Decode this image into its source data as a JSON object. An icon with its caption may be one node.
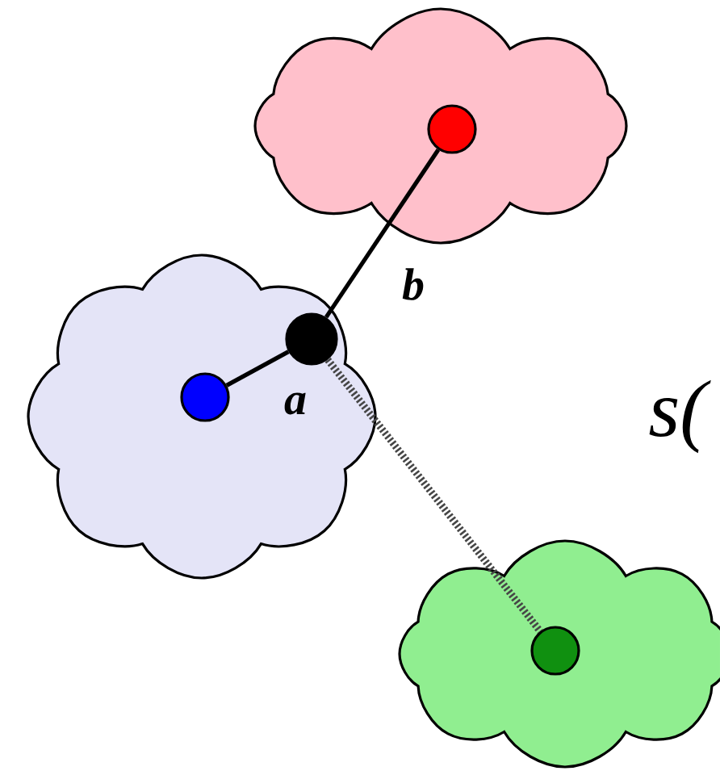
{
  "diagram": {
    "nodes": [
      {
        "text": [],
        "shape": "cloud"
      },
      {
        "text": [],
        "shape": "circle",
        "in": 0
      },
      {
        "text": [],
        "shape": "cloud"
      },
      {
        "text": [],
        "shape": "circle",
        "in": 2
      },
      {
        "text": [],
        "shape": "circle",
        "in": 2
      },
      {
        "text": [],
        "shape": "cloud"
      },
      {
        "text": [],
        "shape": "circle",
        "in": 5
      }
    ],
    "edges": [
      {
        "from": 4,
        "to": 3,
        "arrow": "none",
        "label": "a"
      },
      {
        "from": 3,
        "to": 1,
        "arrow": "none",
        "label": "b"
      },
      {
        "from": 3,
        "to": 6,
        "arrow": "none",
        "style": "dashed"
      }
    ],
    "labels": [
      "s("
    ]
  }
}
